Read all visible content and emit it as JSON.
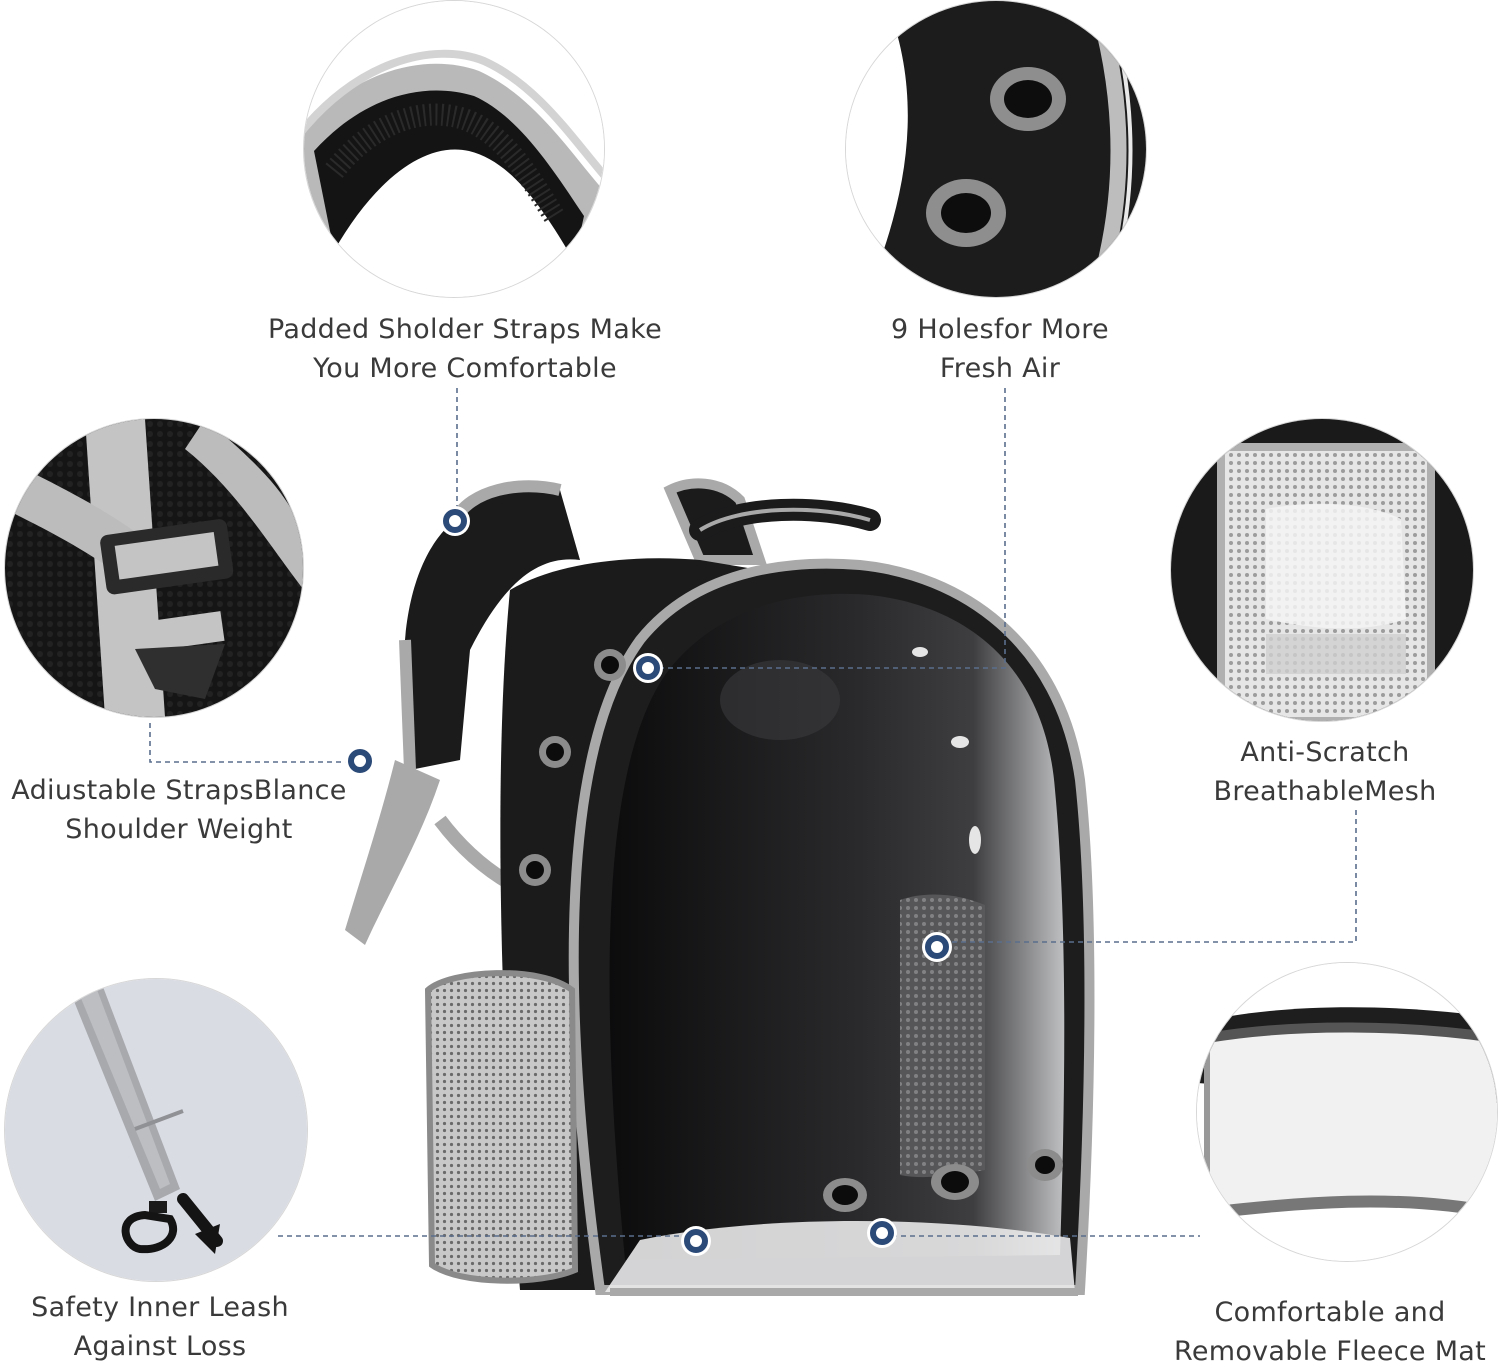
{
  "colors": {
    "caption_text": "#3a3a3a",
    "marker": "#2c4a78",
    "connector": "#5a6e8c",
    "bag_body": "#1b1b1c",
    "trim": "#a9a9a9"
  },
  "features": [
    {
      "line1": "Padded Sholder Straps Make",
      "line2": "You More Comfortable"
    },
    {
      "line1": "9 Holesfor More",
      "line2": "Fresh Air"
    },
    {
      "line1": "Adiustable StrapsBlance",
      "line2": "Shoulder Weight"
    },
    {
      "line1": "Anti-Scratch",
      "line2": "BreathableMesh"
    },
    {
      "line1": "Safety Inner Leash",
      "line2": "Against Loss"
    },
    {
      "line1": "Comfortable and",
      "line2": "Removable Fleece Mat"
    }
  ],
  "icons": {
    "strap_detail": "padded-strap-icon",
    "holes_detail": "air-holes-icon",
    "buckle_detail": "strap-buckle-icon",
    "mesh_detail": "mesh-panel-icon",
    "leash_detail": "leash-clip-icon",
    "mat_detail": "fleece-mat-icon",
    "product": "bubble-backpack-icon"
  }
}
